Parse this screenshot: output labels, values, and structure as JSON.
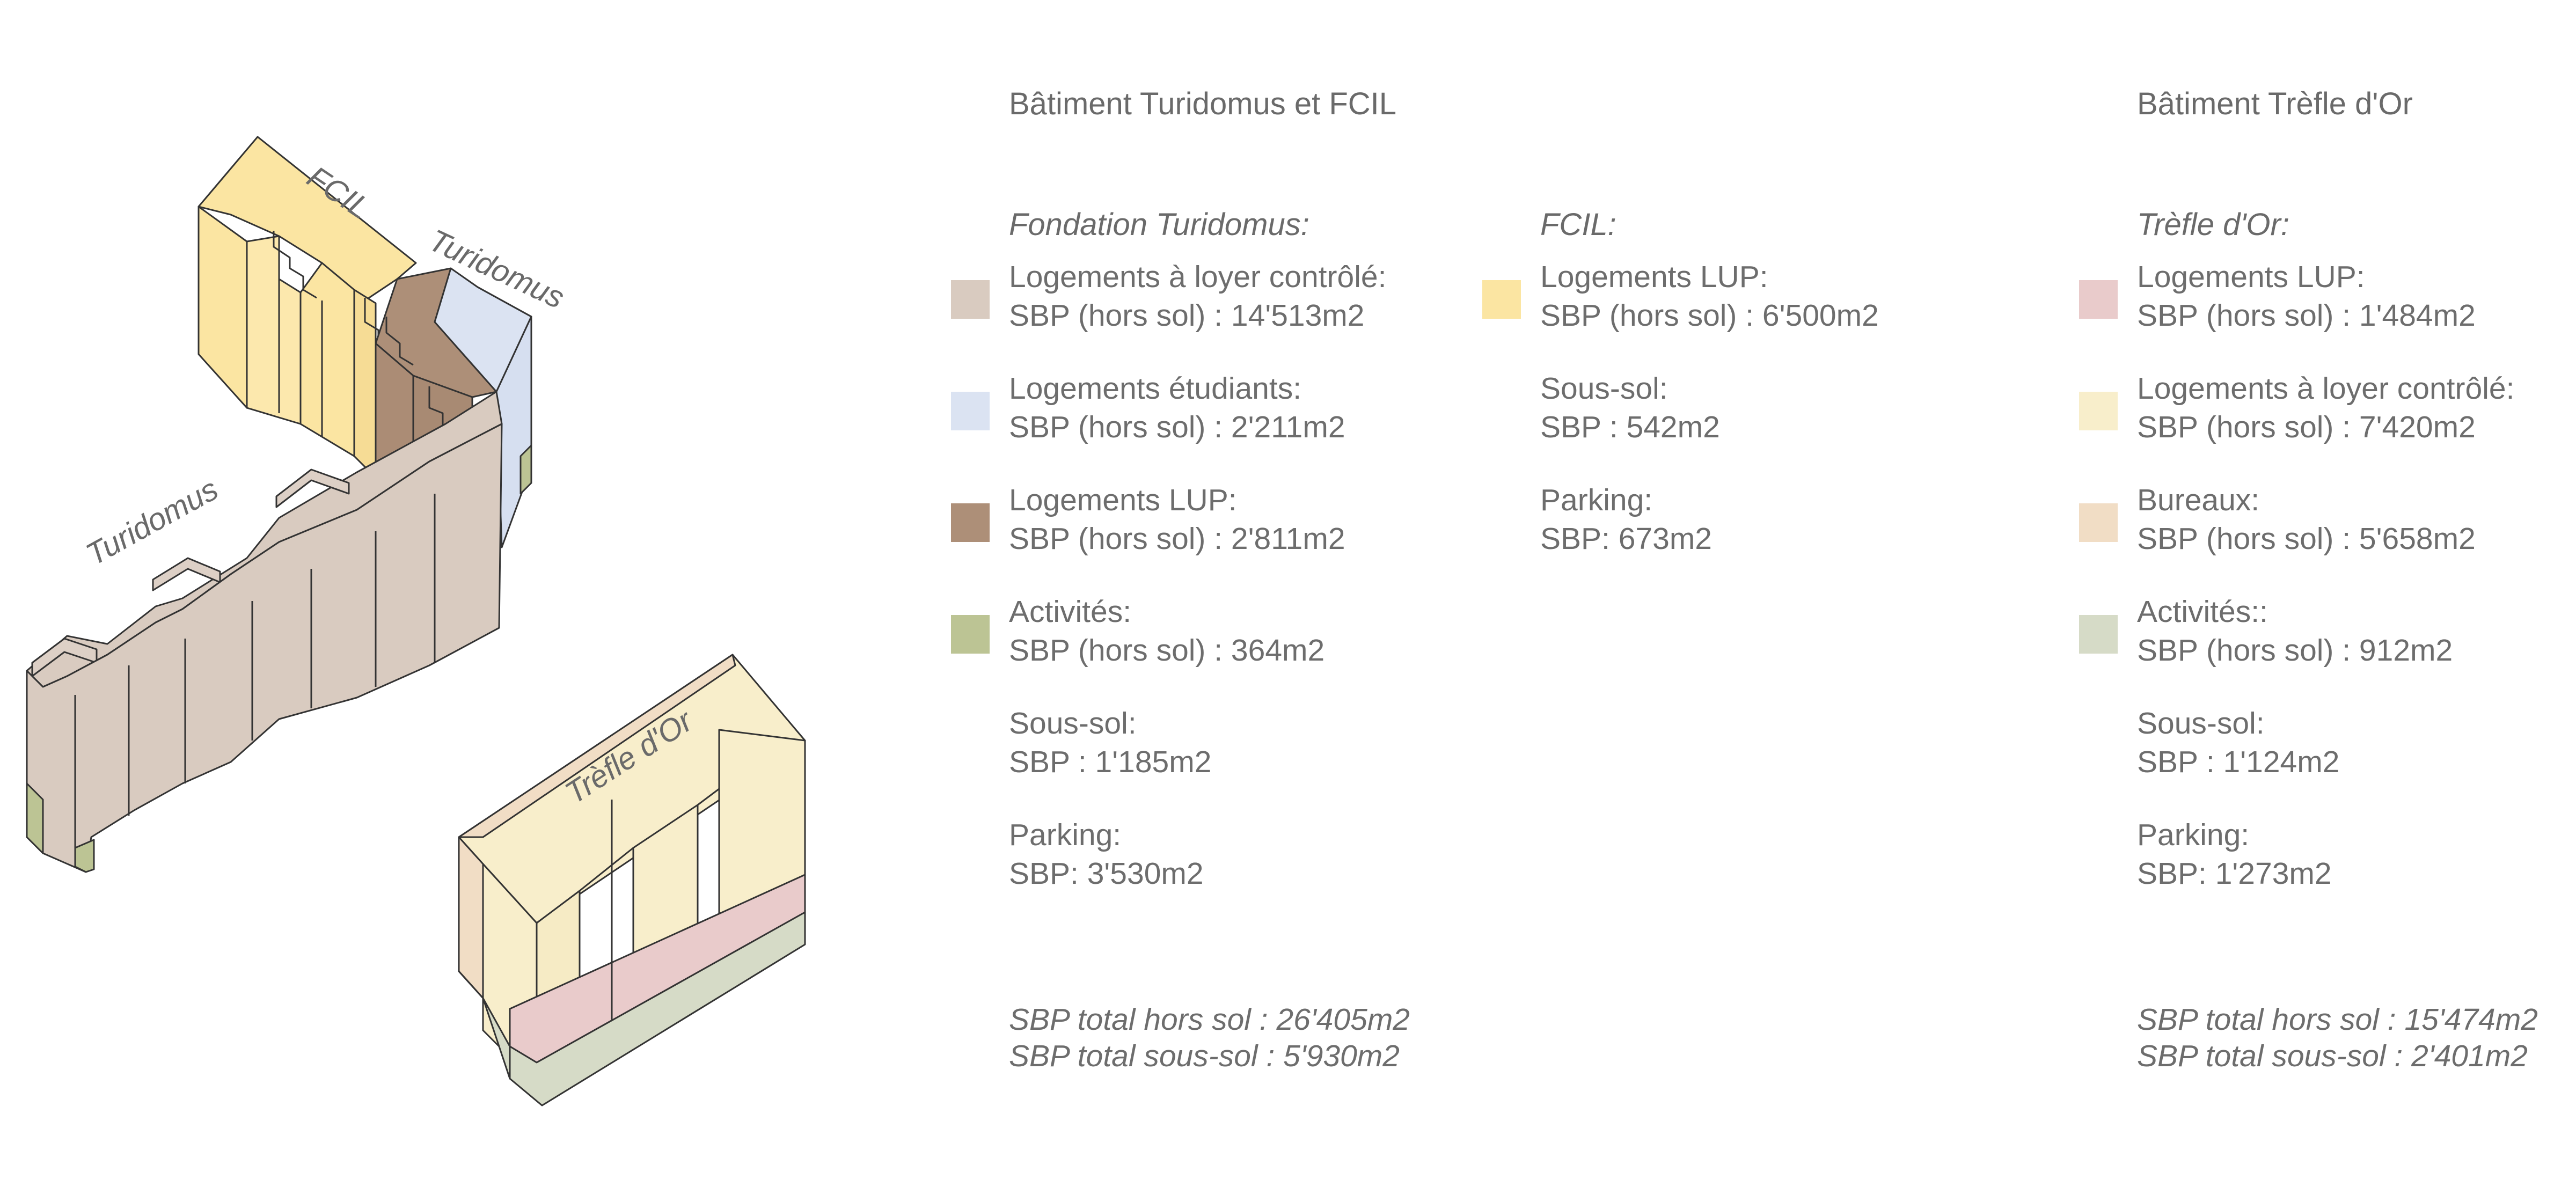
{
  "colors": {
    "turidomus_lc": "#d9cbc0",
    "turidomus_students": "#dbe3f2",
    "turidomus_lup": "#ad8f78",
    "turidomus_activities": "#bcc494",
    "fcil_lup": "#fbe5a2",
    "trefle_lup": "#e9cbcb",
    "trefle_lc": "#f8eecb",
    "trefle_bureaux": "#f1ddc5",
    "trefle_activities": "#d6dbc7",
    "outline": "#333333"
  },
  "diagram_labels": {
    "fcil": "FCIL",
    "turidomus_top": "Turidomus",
    "turidomus_left": "Turidomus",
    "trefle": "Trèfle d'Or"
  },
  "turidomus_fcil": {
    "heading": "Bâtiment Turidomus et FCIL",
    "fondation": {
      "title": "Fondation Turidomus:",
      "items": [
        {
          "line1": "Logements à loyer contrôlé:",
          "line2": "SBP (hors sol) : 14'513m2"
        },
        {
          "line1": "Logements étudiants:",
          "line2": "SBP (hors sol) : 2'211m2"
        },
        {
          "line1": "Logements LUP:",
          "line2": "SBP (hors sol) : 2'811m2"
        },
        {
          "line1": "Activités:",
          "line2": "SBP (hors sol) : 364m2"
        },
        {
          "line1": "Sous-sol:",
          "line2": "SBP : 1'185m2"
        },
        {
          "line1": "Parking:",
          "line2": "SBP: 3'530m2"
        }
      ]
    },
    "fcil": {
      "title": "FCIL:",
      "items": [
        {
          "line1": "Logements LUP:",
          "line2": "SBP (hors sol) : 6'500m2"
        },
        {
          "line1": "Sous-sol:",
          "line2": "SBP : 542m2"
        },
        {
          "line1": "Parking:",
          "line2": "SBP: 673m2"
        }
      ]
    },
    "totals": {
      "above": "SBP total hors sol : 26'405m2",
      "below": "SBP total sous-sol : 5'930m2"
    }
  },
  "trefle": {
    "heading": "Bâtiment Trèfle d'Or",
    "title": "Trèfle d'Or:",
    "items": [
      {
        "line1": "Logements LUP:",
        "line2": "SBP (hors sol) : 1'484m2"
      },
      {
        "line1": "Logements à loyer contrôlé:",
        "line2": "SBP (hors sol) : 7'420m2"
      },
      {
        "line1": "Bureaux:",
        "line2": "SBP (hors sol) : 5'658m2"
      },
      {
        "line1": "Activités::",
        "line2": "SBP (hors sol) : 912m2"
      },
      {
        "line1": "Sous-sol:",
        "line2": "SBP : 1'124m2"
      },
      {
        "line1": "Parking:",
        "line2": "SBP: 1'273m2"
      }
    ],
    "totals": {
      "above": "SBP total hors sol : 15'474m2",
      "below": "SBP total sous-sol :  2'401m2"
    }
  }
}
